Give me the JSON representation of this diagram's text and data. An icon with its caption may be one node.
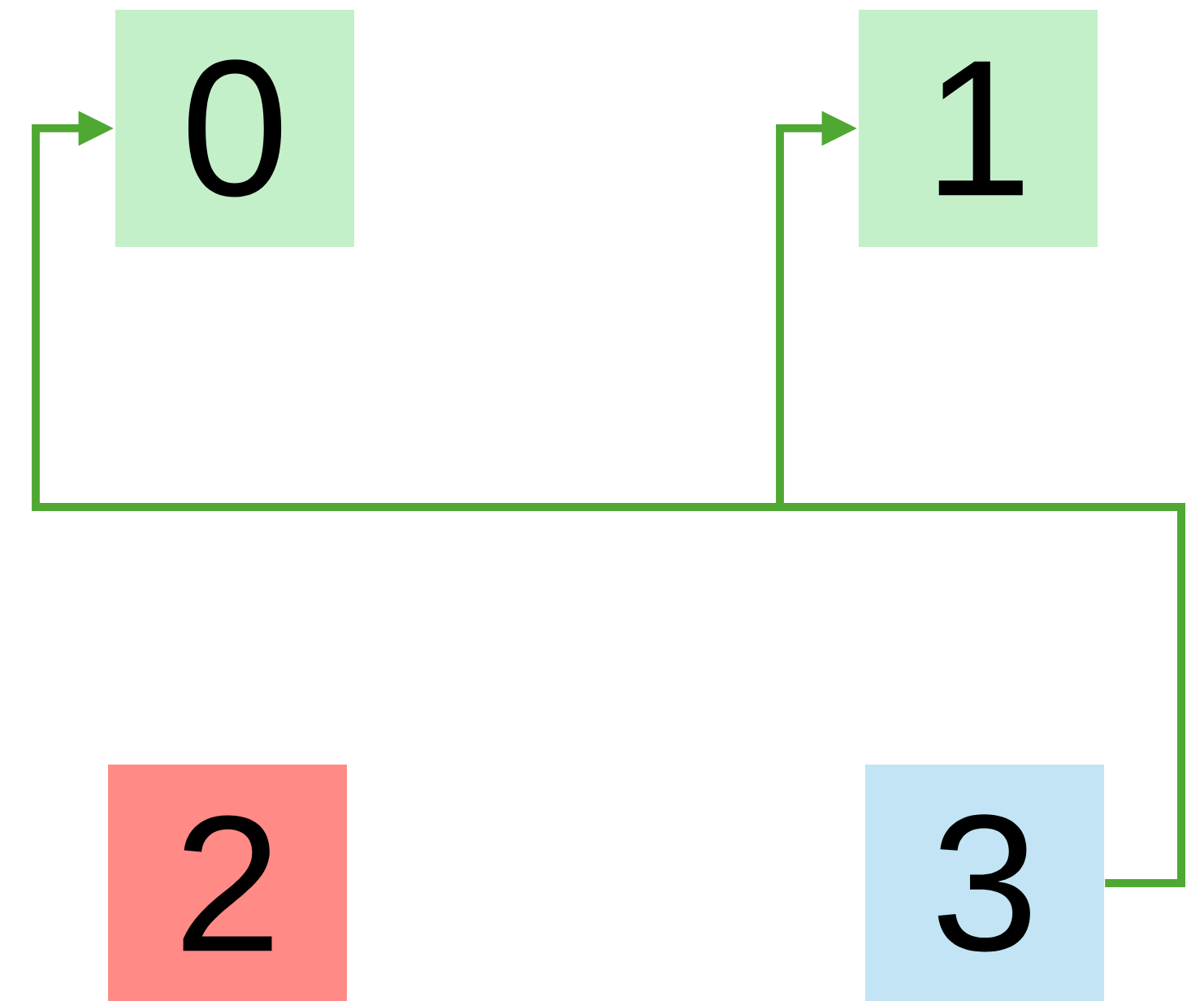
{
  "diagram": {
    "nodes": [
      {
        "text": [
          "0"
        ]
      },
      {
        "text": [
          "1"
        ]
      },
      {
        "text": [
          "2"
        ]
      },
      {
        "text": [
          "3"
        ]
      }
    ],
    "edges": [
      {
        "from": 3,
        "to": 0,
        "arrow": "to"
      },
      {
        "from": 3,
        "to": 1,
        "arrow": "to"
      }
    ]
  }
}
